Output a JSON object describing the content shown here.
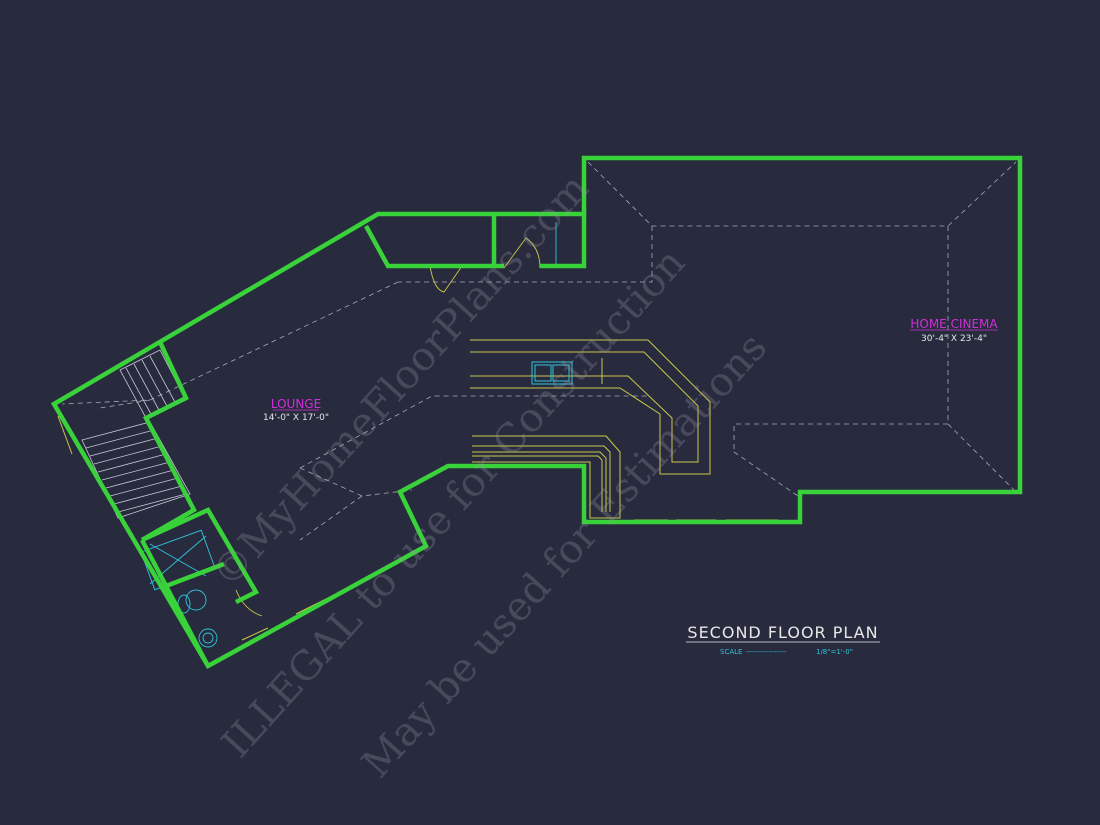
{
  "plan": {
    "title": "SECOND FLOOR PLAN",
    "scale_label": "SCALE",
    "scale_leader": "----------------",
    "scale_value": "1/8\"=1'-0\""
  },
  "rooms": [
    {
      "id": "lounge",
      "name": "LOUNGE",
      "dimensions": "14'-0\" X 17'-0\""
    },
    {
      "id": "home-cinema",
      "name": "HOME CINEMA",
      "dimensions": "30'-4\" X 23'-4\""
    }
  ],
  "watermark": {
    "line1": "©MyHomeFloorPlans.com",
    "line2": "ILLEGAL to use for Construction",
    "line3": "May be used for Estimations"
  },
  "colors": {
    "background": "#282a3e",
    "exterior_wall": "#3ad23a",
    "interior_line": "#c8c84a",
    "roof_dashed": "#a8a8b8",
    "fixture": "#2fc4d8",
    "room_label": "#d030d8"
  }
}
